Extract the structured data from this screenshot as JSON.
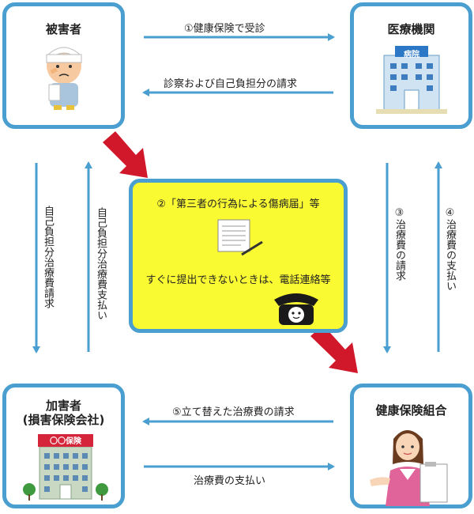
{
  "nodes": {
    "victim": "被害者",
    "medical": "医療機関",
    "perpetrator_line1": "加害者",
    "perpetrator_line2": "(損害保険会社)",
    "union": "健康保険組合"
  },
  "signs": {
    "hospital": "病院",
    "insurance": "〇〇保険"
  },
  "arrows": {
    "victim_to_medical": "①健康保険で受診",
    "medical_to_victim": "診察および自己負担分の請求",
    "victim_to_perp": "自己負担分治療費請求",
    "perp_to_victim": "自己負担分治療費支払い",
    "medical_to_union": "③治療費の請求",
    "union_to_medical": "④治療費の支払い",
    "union_to_perp": "⑤立て替えた治療費の請求",
    "perp_to_union": "治療費の支払い"
  },
  "center": {
    "title": "②「第三者の行為による傷病届」等",
    "note": "すぐに提出できないときは、電話連絡等"
  },
  "colors": {
    "box_border": "#4a9fd0",
    "arrow": "#4a9fd0",
    "red_arrow": "#d0182a",
    "center_fill": "#fafa33"
  }
}
